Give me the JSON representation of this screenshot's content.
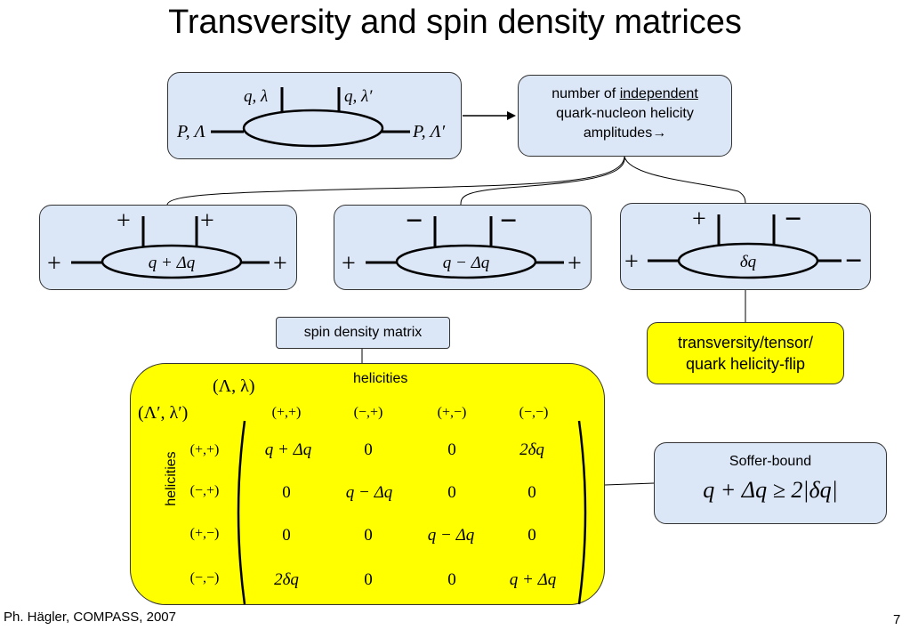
{
  "title": "Transversity and spin density matrices",
  "top_diagram": {
    "left_label": "P, Λ",
    "right_label": "P, Λ′",
    "quark_left": "q, λ",
    "quark_right": "q, λ′"
  },
  "info_box": {
    "line1_prefix": "number of ",
    "line1_underlined": "independent",
    "line2": "quark-nucleon helicity",
    "line3": "amplitudes→"
  },
  "diagrams": [
    {
      "blob": "q + Δq",
      "top_left": "+",
      "top_right": "+",
      "left": "+",
      "right": "+"
    },
    {
      "blob": "q − Δq",
      "top_left": "−",
      "top_right": "−",
      "left": "+",
      "right": "+"
    },
    {
      "blob": "δq",
      "top_left": "+",
      "top_right": "−",
      "left": "+",
      "right": "−"
    }
  ],
  "spin_density_label": "spin density matrix",
  "transversity_box": {
    "line1": "transversity/tensor/",
    "line2": "quark helicity-flip"
  },
  "matrix": {
    "helicities_top": "helicities",
    "helicities_side": "helicities",
    "row_var": "(Λ, λ)",
    "col_var": "(Λ′, λ′)",
    "col_headers": [
      "(+,+)",
      "(−,+)",
      "(+,−)",
      "(−,−)"
    ],
    "row_headers": [
      "(+,+)",
      "(−,+)",
      "(+,−)",
      "(−,−)"
    ],
    "rows": [
      [
        "q + Δq",
        "0",
        "0",
        "2δq"
      ],
      [
        "0",
        "q − Δq",
        "0",
        "0"
      ],
      [
        "0",
        "0",
        "q − Δq",
        "0"
      ],
      [
        "2δq",
        "0",
        "0",
        "q + Δq"
      ]
    ]
  },
  "soffer": {
    "label": "Soffer-bound",
    "formula": "q + Δq ≥ 2|δq|"
  },
  "footer": {
    "author": "Ph. Hägler, COMPASS, 2007",
    "page": "7"
  }
}
